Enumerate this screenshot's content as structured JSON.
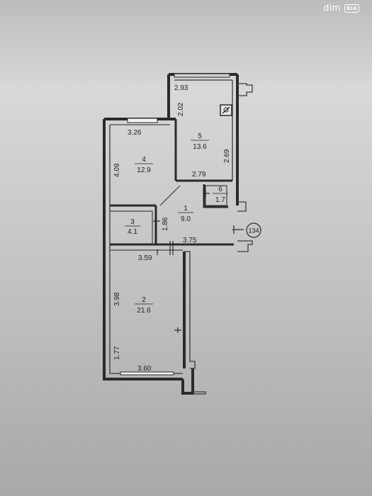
{
  "watermark": {
    "text": "dim",
    "badge": "RIA"
  },
  "rooms": [
    {
      "id": "1",
      "area": "9.0"
    },
    {
      "id": "2",
      "area": "21.6"
    },
    {
      "id": "3",
      "area": "4.1"
    },
    {
      "id": "4",
      "area": "12.9"
    },
    {
      "id": "5",
      "area": "13.6"
    },
    {
      "id": "6",
      "area": "1.7"
    }
  ],
  "dimensions": {
    "r5_top": "2.93",
    "r5_left": "2.02",
    "r5_right": "2.69",
    "r5_bottom": "2.79",
    "r4_top": "3.26",
    "r4_left": "4.09",
    "r3_right": "1.86",
    "hall_bottom": "3.75",
    "r2_top": "3.59",
    "r2_left": "3.98",
    "r2_lower_left": "1.77",
    "r2_bottom": "3.60"
  },
  "marker": "134"
}
